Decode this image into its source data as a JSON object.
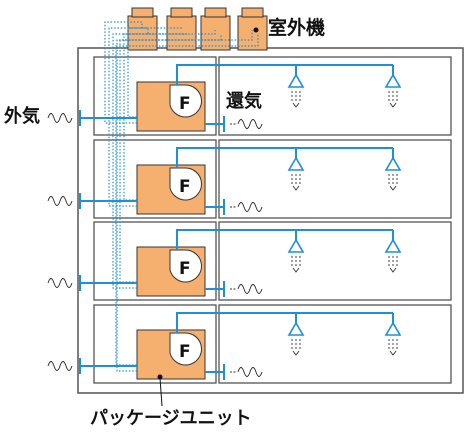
{
  "labels": {
    "outdoor_unit": "室外機",
    "outside_air": "外気",
    "return_air": "還気",
    "package_unit": "パッケージユニット",
    "fan": "F"
  },
  "floors": 4,
  "outdoor_unit_count": 4,
  "colors": {
    "unit_fill": "#F5B070",
    "outline": "#333333",
    "duct": "#1E90D8",
    "refrigerant_pipe": "#1E90D8",
    "building_frame": "#555555"
  },
  "icons": [
    "outdoor-unit-icon",
    "package-unit-icon",
    "fan-icon",
    "diffuser-icon",
    "airflow-arrow-icon",
    "sine-wave-icon",
    "damper-icon"
  ]
}
